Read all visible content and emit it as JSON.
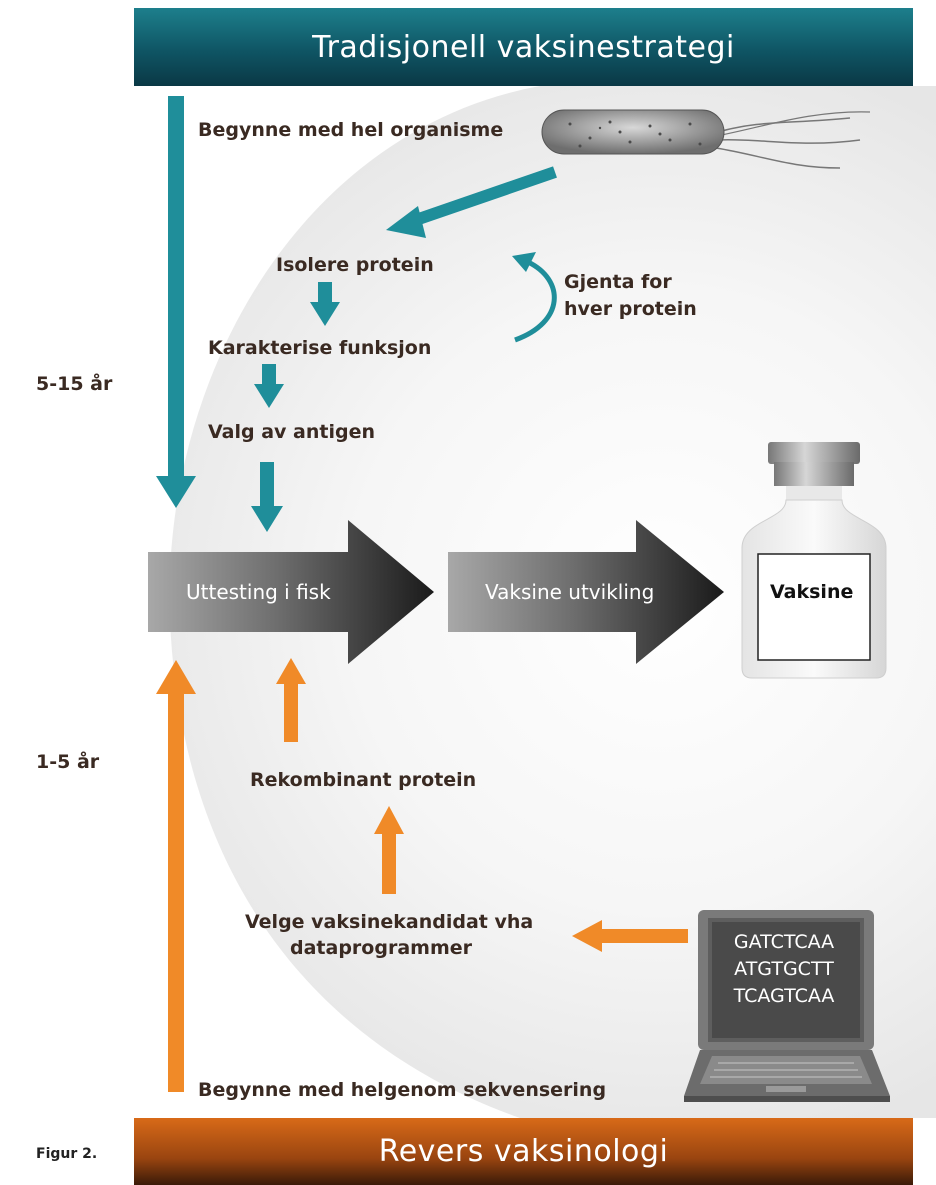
{
  "header": {
    "title": "Tradisjonell vaksinestrategi"
  },
  "footer": {
    "title": "Revers vaksinologi",
    "figure_label": "Figur 2."
  },
  "timeline": {
    "traditional": "5-15 år",
    "reverse": "1-5 år"
  },
  "traditional_steps": {
    "start": "Begynne med hel organisme",
    "isolate": "Isolere protein",
    "characterize": "Karakterise funksjon",
    "select": "Valg av antigen",
    "repeat_line1": "Gjenta for",
    "repeat_line2": "hver protein"
  },
  "process": {
    "testing": "Uttesting i fisk",
    "development": "Vaksine utvikling",
    "vial_label": "Vaksine"
  },
  "reverse_steps": {
    "recombinant": "Rekombinant protein",
    "select_line1": "Velge vaksinekandidat vha",
    "select_line2": "dataprogrammer",
    "start": "Begynne med helgenom sekvensering"
  },
  "laptop": {
    "sequence": [
      "GATCTCAA",
      "ATGTGCTT",
      "TCAGTCAA"
    ]
  },
  "colors": {
    "teal": "#1f8e9a",
    "orange": "#f08a28",
    "text": "#3a2a22"
  }
}
